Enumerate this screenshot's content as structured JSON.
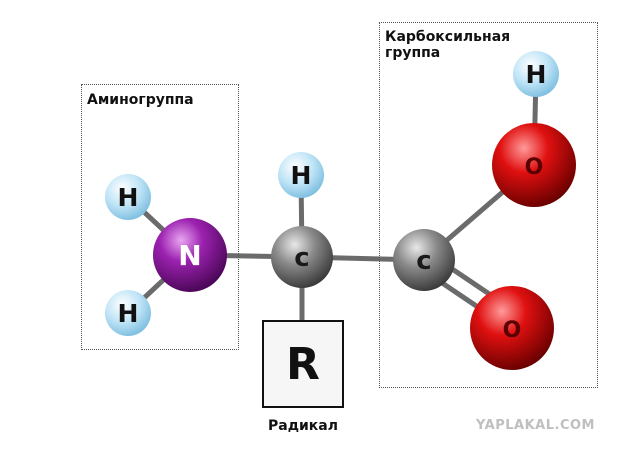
{
  "groups": {
    "amino": {
      "label": "Аминогруппа"
    },
    "carboxyl": {
      "label_line1": "Карбоксильная",
      "label_line2": "группа"
    }
  },
  "atoms": {
    "n": "N",
    "h_n_top": "H",
    "h_n_bottom": "H",
    "c_alpha": "c",
    "h_alpha": "H",
    "c_carboxyl": "c",
    "o_hydroxyl": "O",
    "h_hydroxyl": "H",
    "o_carbonyl": "O"
  },
  "radical": {
    "letter": "R",
    "caption": "Радикал"
  },
  "watermark": "YAPLAKAL.COM",
  "colors": {
    "nitrogen": "#8b1a9e",
    "carbon": "#808080",
    "oxygen": "#d01010",
    "hydrogen": "#b8e0f4",
    "bond": "#6b6b6b"
  }
}
